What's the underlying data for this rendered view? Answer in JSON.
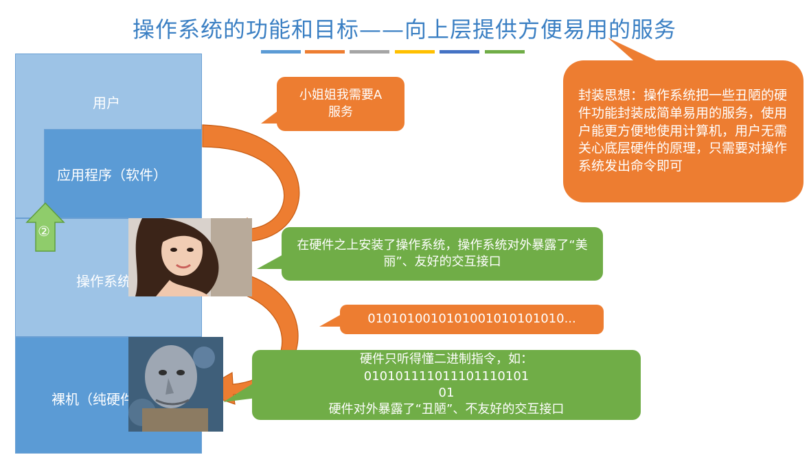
{
  "title": "操作系统的功能和目标——向上层提供方便易用的服务",
  "title_bar_colors": [
    "#5b9bd5",
    "#ed7d31",
    "#a5a5a5",
    "#ffc000",
    "#4472c4",
    "#70ad47"
  ],
  "layers": {
    "user": "用户",
    "app": "应用程序（软件）",
    "os": "操作系统",
    "hardware": "裸机（纯硬件）"
  },
  "step_badge": "②",
  "bubbles": {
    "request": "小姐姐我需要A\n服务",
    "encapsulation": "封装思想：操作系统把一些丑陋的硬件功能封装成简单易用的服务，使用户能更方便地使用计算机，用户无需关心底层硬件的原理，只需要对操作系统发出命令即可",
    "os_interface": "在硬件之上安装了操作系统，操作系统对外暴露了“美丽”、友好的交互接口",
    "binary": "0101010010101001010101010...",
    "hardware_interface": "硬件只听得懂二进制指令，如：\n010101111011101110101\n01\n硬件对外暴露了“丑陋”、不友好的交互接口"
  },
  "colors": {
    "title": "#3a7fc3",
    "layer_light": "#9dc3e6",
    "layer_dark": "#5b9bd5",
    "orange": "#ed7d31",
    "green": "#70ad47",
    "arrow_green": "#8fcc6b"
  }
}
